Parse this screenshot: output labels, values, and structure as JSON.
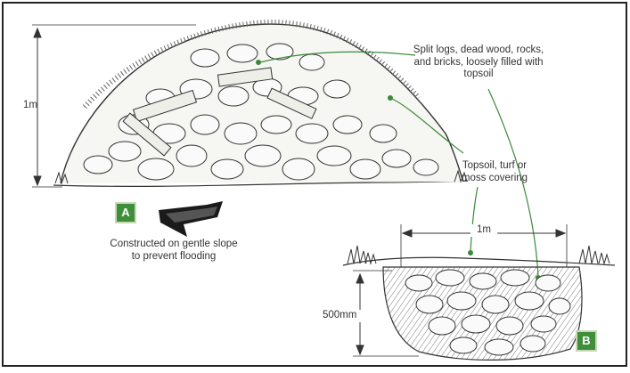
{
  "diagram": {
    "figure_a": {
      "badge": "A",
      "height_label": "1m",
      "callout_materials": [
        "Split logs, dead wood, rocks,",
        "and bricks, loosely filled with",
        "topsoil"
      ],
      "callout_covering": [
        "Topsoil, turf or",
        "moss covering"
      ],
      "slope_note": [
        "Constructed on gentle slope",
        "to prevent flooding"
      ]
    },
    "figure_b": {
      "badge": "B",
      "width_label": "1m",
      "depth_label": "500mm"
    },
    "colors": {
      "leader": "#3b8a3b",
      "badge_fill": "#3f8f3a",
      "badge_border": "#c9d9b8",
      "ink": "#333333",
      "frame": "#222222"
    }
  }
}
